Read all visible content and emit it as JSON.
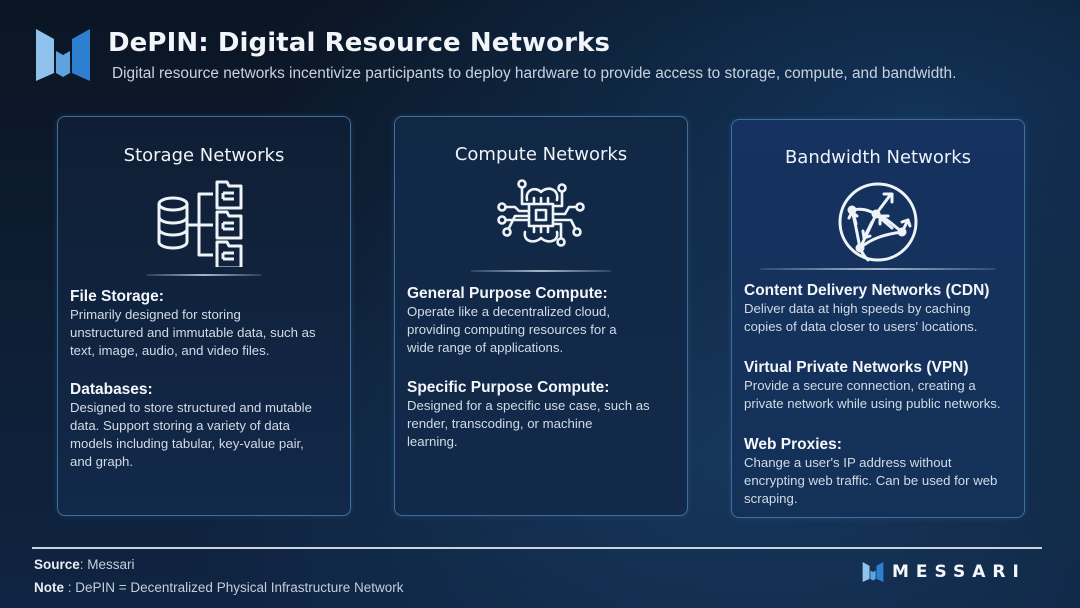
{
  "header": {
    "logo_icon": "messari-logo-icon",
    "title": "DePIN: Digital Resource Networks",
    "subtitle": "Digital resource networks incentivize participants to deploy hardware to provide access to storage, compute, and bandwidth."
  },
  "cards": [
    {
      "title": "Storage Networks",
      "icon": "database-files-icon",
      "sections": [
        {
          "heading": "File Storage:",
          "lines": [
            "Primarily designed for storing",
            "unstructured and immutable data, such as",
            "text, image, audio, and video files."
          ]
        },
        {
          "heading": "Databases:",
          "lines": [
            "Designed to store structured and mutable",
            "data. Support storing a variety of data",
            "models including tabular, key-value pair,",
            "and graph."
          ]
        }
      ]
    },
    {
      "title": "Compute Networks",
      "icon": "chip-brain-icon",
      "sections": [
        {
          "heading": "General Purpose Compute:",
          "lines": [
            "Operate like a decentralized cloud,",
            "providing computing resources for a",
            "wide range of applications."
          ]
        },
        {
          "heading": "Specific Purpose Compute:",
          "lines": [
            "Designed for a specific use case, such as",
            "render, transcoding, or machine",
            "learning."
          ]
        }
      ]
    },
    {
      "title": "Bandwidth Networks",
      "icon": "globe-network-icon",
      "sections": [
        {
          "heading": "Content Delivery Networks (CDN)",
          "lines": [
            "Deliver data at high speeds by caching",
            "copies of data closer to users' locations."
          ]
        },
        {
          "heading": "Virtual Private Networks (VPN)",
          "lines": [
            "Provide a secure connection, creating a",
            "private network while using public networks."
          ]
        },
        {
          "heading": "Web Proxies:",
          "lines": [
            "Change a user's IP address without",
            "encrypting web traffic. Can be used for web",
            "scraping."
          ]
        }
      ]
    }
  ],
  "footer": {
    "source_label": "Source",
    "source_value": ": Messari",
    "note_label": "Note",
    "note_value": " : DePIN = Decentralized Physical Infrastructure Network",
    "brand_name": "MESSARI",
    "brand_icon": "messari-logo-icon"
  },
  "colors": {
    "background": "#0e1f36",
    "card_border": "#3d6f9e",
    "logo_light": "#8fc3ee",
    "logo_mid": "#5fa2e0",
    "logo_dark": "#2f7fd0"
  }
}
